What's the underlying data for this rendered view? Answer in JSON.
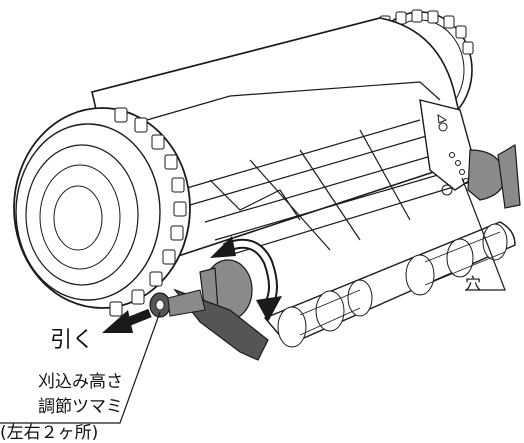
{
  "labels": {
    "pull": "引く",
    "knob_line1": "刈込み高さ",
    "knob_line2": "調節ツマミ",
    "knob_line3": "(左右２ヶ所)",
    "hole": "穴"
  },
  "colors": {
    "line": "#1a1a1a",
    "gray_part": "#8a8a8a",
    "dark_gray": "#555555",
    "shadow": "#bfbfbf"
  }
}
